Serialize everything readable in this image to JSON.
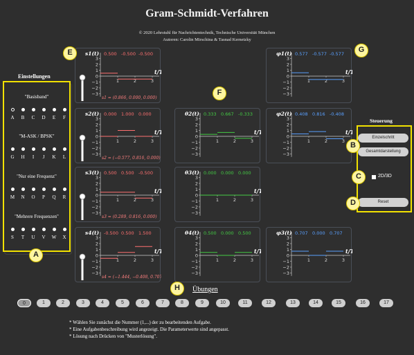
{
  "header": {
    "title": "Gram-Schmidt-Verfahren",
    "copyright": "© 2020 Lehrstuhl für Nachrichtentechnik, Technische Universität München",
    "authors": "Autoren: Carolin Mirschina & Tasnad Kernetzky"
  },
  "markers": [
    "A",
    "B",
    "C",
    "D",
    "E",
    "F",
    "G",
    "H"
  ],
  "settings": {
    "title": "Einstellungen",
    "groups": [
      {
        "label": "\"Basisband\"",
        "options": [
          "A",
          "B",
          "C",
          "D",
          "E",
          "F"
        ]
      },
      {
        "label": "\"M-ASK / BPSK\"",
        "options": [
          "G",
          "H",
          "I",
          "J",
          "K",
          "L"
        ]
      },
      {
        "label": "\"Nur eine Frequenz\"",
        "options": [
          "M",
          "N",
          "O",
          "P",
          "Q",
          "R"
        ]
      },
      {
        "label": "\"Mehrere Frequenzen\"",
        "options": [
          "S",
          "T",
          "U",
          "V",
          "W",
          "X"
        ]
      }
    ],
    "selected": "A"
  },
  "signals": [
    {
      "name": "s1(t)",
      "values": [
        "0.500",
        "-0.500",
        "-0.500"
      ],
      "vector": "s1 = (0.866, 0.000, 0.000)"
    },
    {
      "name": "s2(t)",
      "values": [
        "0.000",
        "1.000",
        "0.000"
      ],
      "vector": "s2 = (−0.577, 0.816, 0.000)"
    },
    {
      "name": "s3(t)",
      "values": [
        "0.500",
        "0.500",
        "-0.500"
      ],
      "vector": "s3 = (0.289, 0.816, 0.000)"
    },
    {
      "name": "s4(t)",
      "values": [
        "-0.500",
        "0.500",
        "1.500"
      ],
      "vector": "s4 = (−1.444, −0.408, 0.707)"
    }
  ],
  "theta": [
    {
      "name": "θ2(t)",
      "values": [
        "0.333",
        "0.667",
        "-0.333"
      ]
    },
    {
      "name": "θ3(t)",
      "values": [
        "0.000",
        "0.000",
        "0.000"
      ]
    },
    {
      "name": "θ4(t)",
      "values": [
        "0.500",
        "0.000",
        "0.500"
      ]
    }
  ],
  "phi": [
    {
      "name": "φ1(t)",
      "values": [
        "0.577",
        "-0.577",
        "-0.577"
      ]
    },
    {
      "name": "φ2(t)",
      "values": [
        "0.408",
        "0.816",
        "-0.408"
      ]
    },
    {
      "name": "φ3(t)",
      "values": [
        "0.707",
        "0.000",
        "0.707"
      ]
    }
  ],
  "axis": {
    "y_ticks": [
      "3",
      "2",
      "1",
      "0",
      "−1",
      "−2",
      "−3"
    ],
    "x_ticks": [
      "1",
      "2",
      "3"
    ],
    "x_label": "t/T"
  },
  "colors": {
    "signal": "#ff7070",
    "theta": "#44cc44",
    "phi": "#5aa0ff",
    "marker_fill": "#fdf5a0",
    "highlight": "#f2e200"
  },
  "controls": {
    "title": "Steuerung",
    "single_step": "Einzelschritt",
    "full_view": "Gesamtdarstellung",
    "toggle_label": "2D/3D",
    "reset": "Reset"
  },
  "exercises": {
    "title": "Übungen",
    "numbers": [
      "0",
      "1",
      "2",
      "3",
      "4",
      "5",
      "6",
      "7",
      "8",
      "9",
      "10",
      "11",
      "12",
      "13",
      "14",
      "15",
      "16",
      "17"
    ],
    "selected": "0"
  },
  "hints": [
    "* Wählen Sie zunächst die Nummer (1,...) der zu bearbeitenden Aufgabe.",
    "* Eine Aufgabenbeschreibung wird angezeigt. Die Parameterwerte sind angepasst.",
    "* Lösung nach Drücken von \"Musterlösung\"."
  ]
}
